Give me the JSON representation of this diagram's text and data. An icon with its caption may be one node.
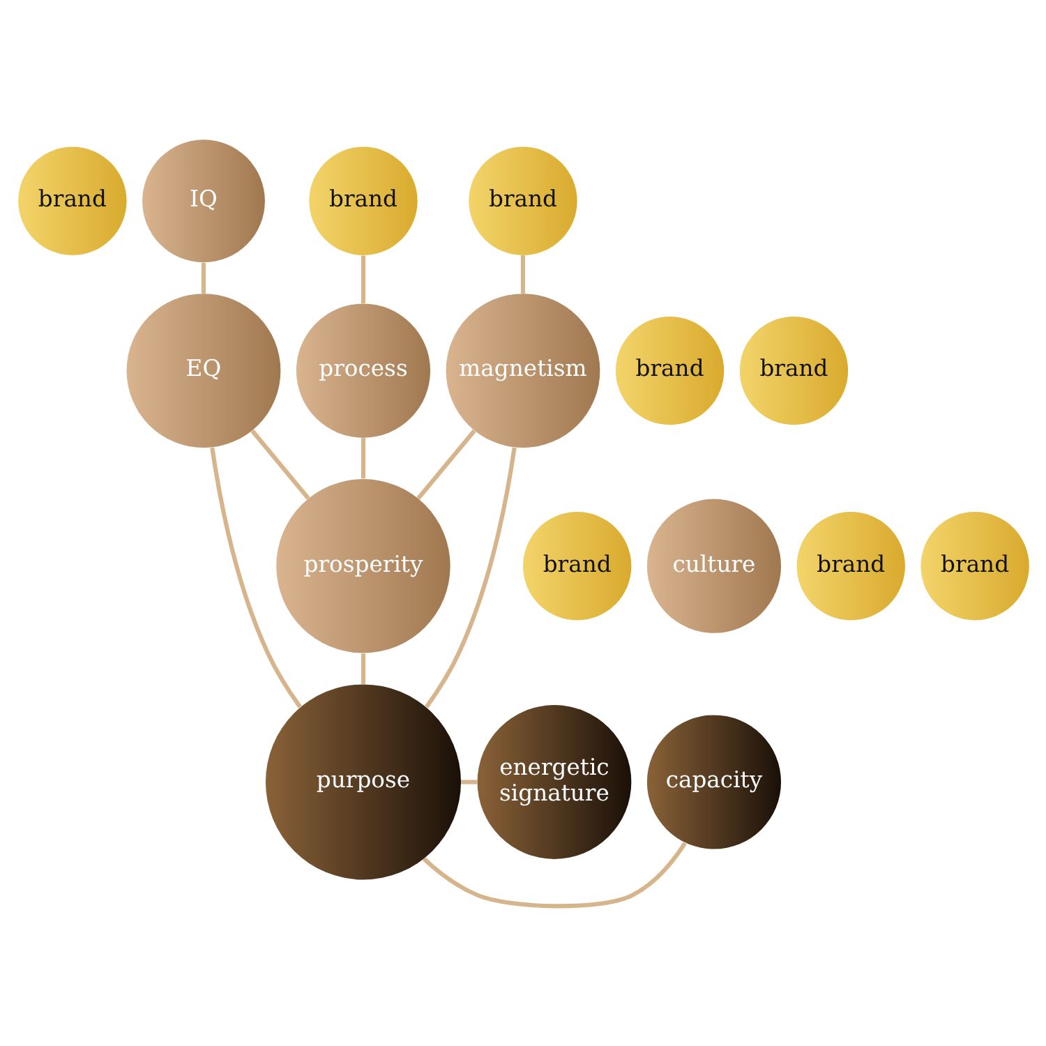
{
  "diagram": {
    "nodes": [
      {
        "text": [
          "brand"
        ]
      },
      {
        "text": [
          "process"
        ]
      },
      {
        "text": [
          "brand"
        ]
      },
      {
        "text": [
          "prosperity"
        ]
      },
      {
        "text": [
          "brand"
        ]
      },
      {
        "text": [
          "brand"
        ]
      },
      {
        "text": [
          "IQ"
        ]
      },
      {
        "text": [
          "brand"
        ]
      },
      {
        "text": [
          "EQ"
        ]
      },
      {
        "text": [
          "magnetism"
        ]
      },
      {
        "text": [
          "brand"
        ]
      },
      {
        "text": [
          "culture"
        ]
      },
      {
        "text": [
          "brand"
        ]
      },
      {
        "text": [
          "brand"
        ]
      },
      {
        "text": [
          "purpose"
        ]
      },
      {
        "text": [
          "energetic signature"
        ]
      },
      {
        "text": [
          "capacity"
        ]
      }
    ],
    "edges": [
      {
        "from": 14,
        "to": 3,
        "arrow": "none"
      },
      {
        "from": 14,
        "to": 8,
        "arrow": "none"
      },
      {
        "from": 14,
        "to": 9,
        "arrow": "none"
      },
      {
        "from": 14,
        "to": 15,
        "arrow": "none"
      },
      {
        "from": 14,
        "to": 16,
        "arrow": "none"
      },
      {
        "from": 3,
        "to": 1,
        "arrow": "none"
      },
      {
        "from": 1,
        "to": 4,
        "arrow": "none"
      },
      {
        "from": 3,
        "to": 8,
        "arrow": "none"
      },
      {
        "from": 8,
        "to": 6,
        "arrow": "none"
      },
      {
        "from": 3,
        "to": 9,
        "arrow": "none"
      },
      {
        "from": 9,
        "to": 7,
        "arrow": "none"
      }
    ]
  }
}
